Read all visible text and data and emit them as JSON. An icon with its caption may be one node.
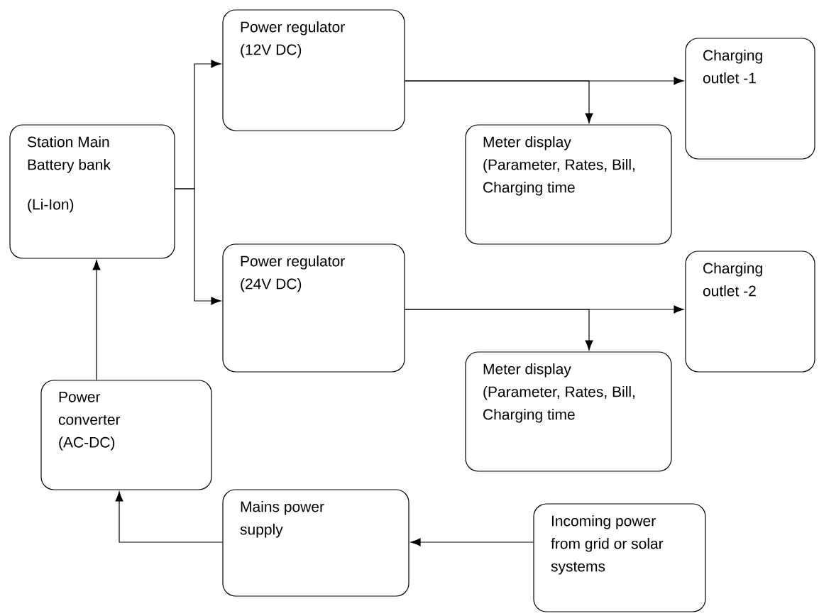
{
  "diagram": {
    "nodes": [
      {
        "text": [
          "Station Main Battery bank",
          "(Li-Ion)"
        ]
      },
      {
        "text": [
          "Power regulator (12V DC)"
        ]
      },
      {
        "text": [
          "Charging outlet -1"
        ]
      },
      {
        "text": [
          "Meter display (Parameter, Rates, Bill, Charging time"
        ]
      },
      {
        "text": [
          "Power regulator (24V DC)"
        ]
      },
      {
        "text": [
          "Charging outlet -2"
        ]
      },
      {
        "text": [
          "Meter display (Parameter, Rates, Bill, Charging time"
        ]
      },
      {
        "text": [
          "Power converter (AC-DC)"
        ]
      },
      {
        "text": [
          "Mains power supply"
        ]
      },
      {
        "text": [
          "Incoming power from grid or solar systems"
        ]
      }
    ],
    "edges": [
      {
        "from": 0,
        "to": 1,
        "arrow": "to"
      },
      {
        "from": 0,
        "to": 4,
        "arrow": "to"
      },
      {
        "from": 1,
        "to": 2,
        "arrow": "to"
      },
      {
        "from": 1,
        "to": 3,
        "arrow": "to"
      },
      {
        "from": 4,
        "to": 5,
        "arrow": "to"
      },
      {
        "from": 4,
        "to": 6,
        "arrow": "to"
      },
      {
        "from": 7,
        "to": 0,
        "arrow": "to"
      },
      {
        "from": 8,
        "to": 7,
        "arrow": "to"
      },
      {
        "from": 9,
        "to": 8,
        "arrow": "to"
      }
    ]
  }
}
